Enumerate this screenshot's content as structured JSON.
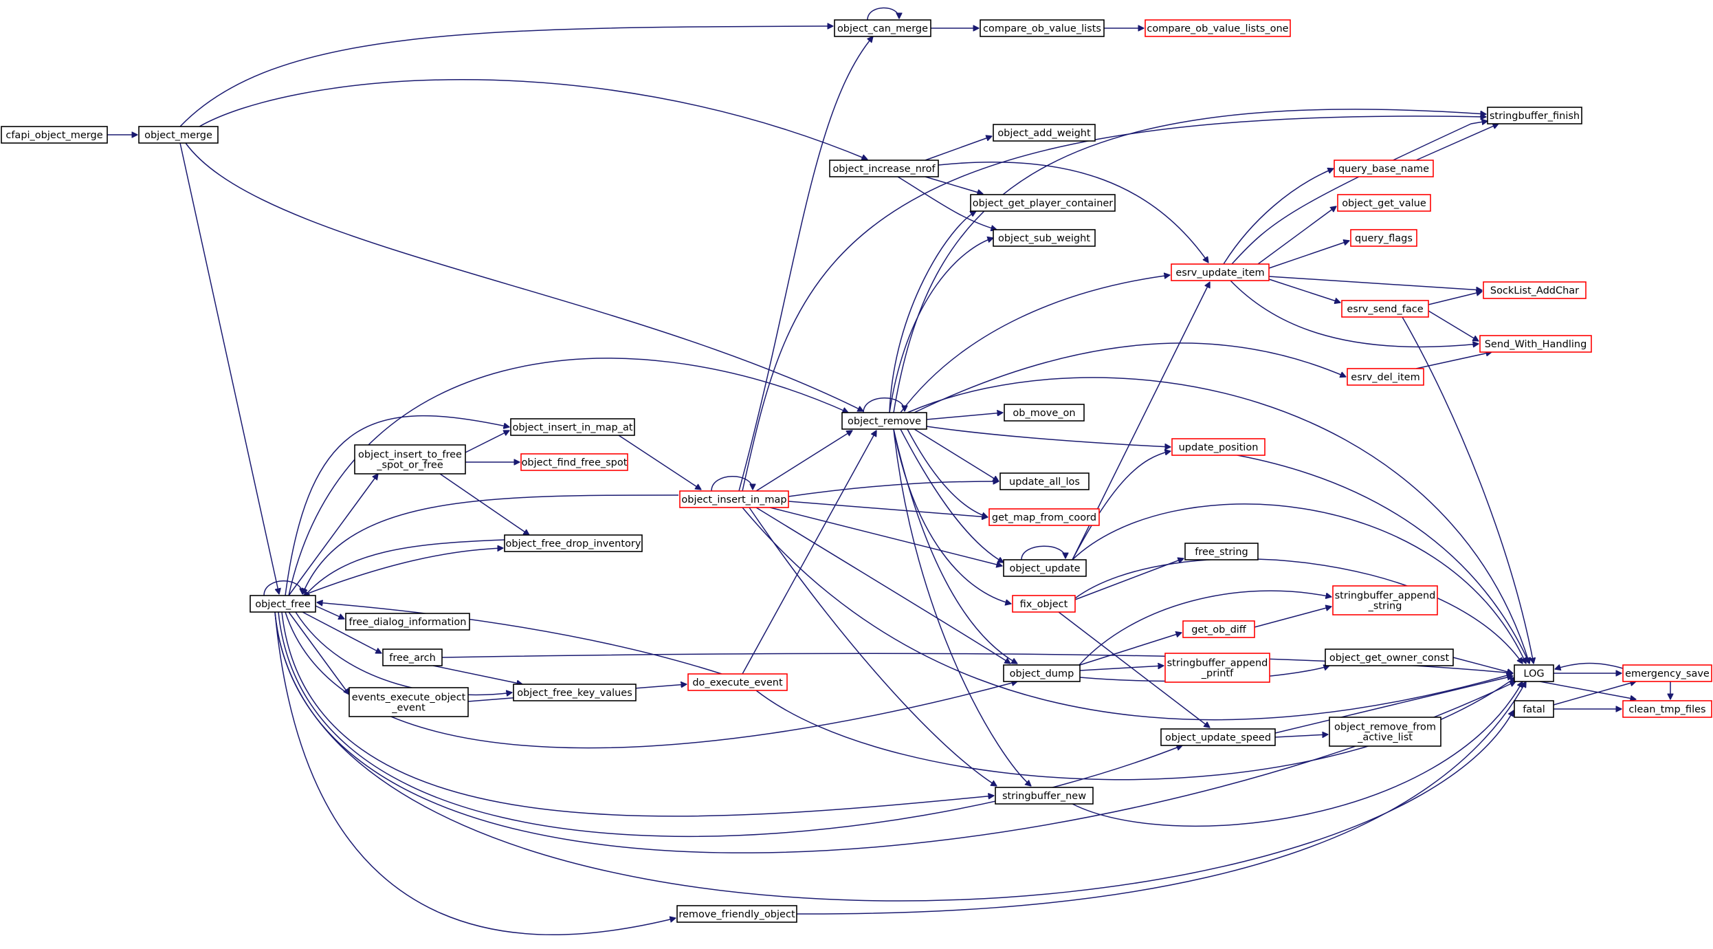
{
  "colors": {
    "edge": "#191970",
    "node_border": "#000000",
    "node_border_truncated": "#ff0000",
    "node_root_fill": "#bfbfbf",
    "node_fill": "#ffffff"
  },
  "nodes": [
    {
      "id": "cfapi_object_merge",
      "lines": [
        "cfapi_object_merge"
      ],
      "style": "root"
    },
    {
      "id": "object_merge",
      "lines": [
        "object_merge"
      ],
      "style": "normal"
    },
    {
      "id": "object_can_merge",
      "lines": [
        "object_can_merge"
      ],
      "style": "normal"
    },
    {
      "id": "compare_ob_value_lists",
      "lines": [
        "compare_ob_value_lists"
      ],
      "style": "normal"
    },
    {
      "id": "compare_ob_value_lists_one",
      "lines": [
        "compare_ob_value_lists_one"
      ],
      "style": "truncated"
    },
    {
      "id": "stringbuffer_finish",
      "lines": [
        "stringbuffer_finish"
      ],
      "style": "normal"
    },
    {
      "id": "object_add_weight",
      "lines": [
        "object_add_weight"
      ],
      "style": "normal"
    },
    {
      "id": "object_increase_nrof",
      "lines": [
        "object_increase_nrof"
      ],
      "style": "normal"
    },
    {
      "id": "query_base_name",
      "lines": [
        "query_base_name"
      ],
      "style": "truncated"
    },
    {
      "id": "object_get_player_container",
      "lines": [
        "object_get_player_container"
      ],
      "style": "normal"
    },
    {
      "id": "object_get_value",
      "lines": [
        "object_get_value"
      ],
      "style": "truncated"
    },
    {
      "id": "object_sub_weight",
      "lines": [
        "object_sub_weight"
      ],
      "style": "normal"
    },
    {
      "id": "query_flags",
      "lines": [
        "query_flags"
      ],
      "style": "truncated"
    },
    {
      "id": "esrv_update_item",
      "lines": [
        "esrv_update_item"
      ],
      "style": "truncated"
    },
    {
      "id": "SockList_AddChar",
      "lines": [
        "SockList_AddChar"
      ],
      "style": "truncated"
    },
    {
      "id": "esrv_send_face",
      "lines": [
        "esrv_send_face"
      ],
      "style": "truncated"
    },
    {
      "id": "Send_With_Handling",
      "lines": [
        "Send_With_Handling"
      ],
      "style": "truncated"
    },
    {
      "id": "esrv_del_item",
      "lines": [
        "esrv_del_item"
      ],
      "style": "truncated"
    },
    {
      "id": "object_remove",
      "lines": [
        "object_remove"
      ],
      "style": "normal"
    },
    {
      "id": "ob_move_on",
      "lines": [
        "ob_move_on"
      ],
      "style": "normal"
    },
    {
      "id": "object_insert_in_map_at",
      "lines": [
        "object_insert_in_map_at"
      ],
      "style": "normal"
    },
    {
      "id": "object_insert_to_free_spot_or_free",
      "lines": [
        "object_insert_to_free",
        "_spot_or_free"
      ],
      "style": "normal"
    },
    {
      "id": "update_position",
      "lines": [
        "update_position"
      ],
      "style": "truncated"
    },
    {
      "id": "object_find_free_spot",
      "lines": [
        "object_find_free_spot"
      ],
      "style": "truncated"
    },
    {
      "id": "update_all_los",
      "lines": [
        "update_all_los"
      ],
      "style": "normal"
    },
    {
      "id": "object_insert_in_map",
      "lines": [
        "object_insert_in_map"
      ],
      "style": "truncated"
    },
    {
      "id": "get_map_from_coord",
      "lines": [
        "get_map_from_coord"
      ],
      "style": "truncated"
    },
    {
      "id": "object_free_drop_inventory",
      "lines": [
        "object_free_drop_inventory"
      ],
      "style": "normal"
    },
    {
      "id": "object_update",
      "lines": [
        "object_update"
      ],
      "style": "normal"
    },
    {
      "id": "free_string",
      "lines": [
        "free_string"
      ],
      "style": "normal"
    },
    {
      "id": "fix_object",
      "lines": [
        "fix_object"
      ],
      "style": "truncated"
    },
    {
      "id": "stringbuffer_append_string",
      "lines": [
        "stringbuffer_append",
        "_string"
      ],
      "style": "truncated"
    },
    {
      "id": "object_free",
      "lines": [
        "object_free"
      ],
      "style": "normal"
    },
    {
      "id": "free_dialog_information",
      "lines": [
        "free_dialog_information"
      ],
      "style": "normal"
    },
    {
      "id": "get_ob_diff",
      "lines": [
        "get_ob_diff"
      ],
      "style": "truncated"
    },
    {
      "id": "free_arch",
      "lines": [
        "free_arch"
      ],
      "style": "normal"
    },
    {
      "id": "stringbuffer_append_printf",
      "lines": [
        "stringbuffer_append",
        "_printf"
      ],
      "style": "truncated"
    },
    {
      "id": "object_get_owner_const",
      "lines": [
        "object_get_owner_const"
      ],
      "style": "normal"
    },
    {
      "id": "object_dump",
      "lines": [
        "object_dump"
      ],
      "style": "normal"
    },
    {
      "id": "LOG",
      "lines": [
        "LOG"
      ],
      "style": "normal"
    },
    {
      "id": "emergency_save",
      "lines": [
        "emergency_save"
      ],
      "style": "truncated"
    },
    {
      "id": "do_execute_event",
      "lines": [
        "do_execute_event"
      ],
      "style": "truncated"
    },
    {
      "id": "object_free_key_values",
      "lines": [
        "object_free_key_values"
      ],
      "style": "normal"
    },
    {
      "id": "fatal",
      "lines": [
        "fatal"
      ],
      "style": "normal"
    },
    {
      "id": "clean_tmp_files",
      "lines": [
        "clean_tmp_files"
      ],
      "style": "truncated"
    },
    {
      "id": "events_execute_object_event",
      "lines": [
        "events_execute_object",
        "_event"
      ],
      "style": "normal"
    },
    {
      "id": "object_update_speed",
      "lines": [
        "object_update_speed"
      ],
      "style": "normal"
    },
    {
      "id": "object_remove_from_active_list",
      "lines": [
        "object_remove_from",
        "_active_list"
      ],
      "style": "normal"
    },
    {
      "id": "stringbuffer_new",
      "lines": [
        "stringbuffer_new"
      ],
      "style": "normal"
    },
    {
      "id": "remove_friendly_object",
      "lines": [
        "remove_friendly_object"
      ],
      "style": "normal"
    }
  ]
}
